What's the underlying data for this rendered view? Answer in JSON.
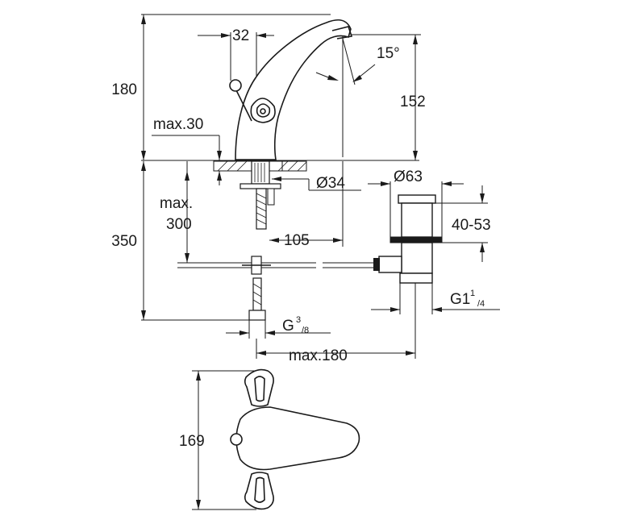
{
  "dimensions": {
    "d180": "180",
    "d32": "32",
    "d15deg": "15°",
    "d152": "152",
    "max30": "max.30",
    "d34": "Ø34",
    "d63": "Ø63",
    "max300_line1": "max.",
    "max300_line2": "300",
    "d350": "350",
    "d105": "105",
    "d40_53": "40-53",
    "g1_main": "G1",
    "g1_sup": "1",
    "g1_sub": "/4",
    "g38_main": "G",
    "g38_sup": "3",
    "g38_sub": "/8",
    "max180": "max.180",
    "d169": "169"
  }
}
